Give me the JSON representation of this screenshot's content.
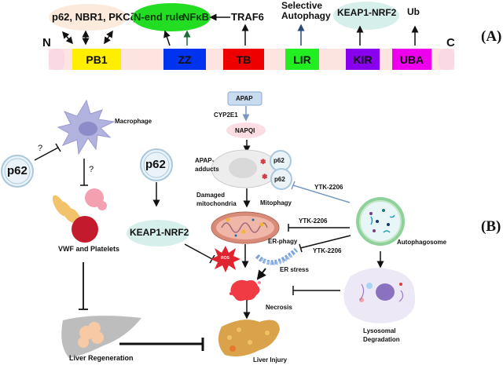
{
  "panel_a": {
    "label": "(A)",
    "terminal_n": "N",
    "terminal_c": "C",
    "domains": [
      {
        "name": "PB1",
        "color": "#ffee00",
        "text_color": "#111111"
      },
      {
        "name": "ZZ",
        "color": "#0033ee",
        "text_color": "#111111"
      },
      {
        "name": "TB",
        "color": "#ee0000",
        "text_color": "#111111"
      },
      {
        "name": "LIR",
        "color": "#22ee22",
        "text_color": "#111111"
      },
      {
        "name": "KIR",
        "color": "#8800ee",
        "text_color": "#111111"
      },
      {
        "name": "UBA",
        "color": "#ee00ee",
        "text_color": "#111111"
      }
    ],
    "partners": {
      "pb1": "p62, NBR1, PKCζ",
      "zz_n_end": "N-end rule",
      "zz_nfkb": "NFκB",
      "traf6": "TRAF6",
      "lir": [
        "Selective",
        "Autophagy"
      ],
      "kir": "KEAP1-NRF2",
      "uba": "Ub"
    },
    "colors": {
      "backbone": "#fde4e1",
      "terminal_cap": "#fbd9e4",
      "pb1_ellipse": "#fcebdc",
      "zz_ellipse": "#22dd22",
      "kir_ellipse": "#d7efeb"
    }
  },
  "panel_b": {
    "label": "(B)",
    "nodes": {
      "p62_left": "p62",
      "macrophage": "Macrophage",
      "question_1": "?",
      "question_2": "?",
      "vwf": "VWF and  Platelets",
      "liver_regeneration": "Liver Regeneration",
      "p62_mid": "p62",
      "keap1_nrf2": "KEAP1-NRF2",
      "apap": "APAP",
      "cyp2e1": "CYP2E1",
      "napqi": "NAPQI",
      "apap_adducts": [
        "APAP-",
        "adducts"
      ],
      "p62_a": "p62",
      "p62_b": "p62",
      "damaged_mito": [
        "Damaged",
        "mitochondria"
      ],
      "mitophagy": "Mitophagy",
      "ros": "ROS",
      "er_phagy": "ER-phagy",
      "er_stress": "ER stress",
      "ytk_1": "YTK-2206",
      "ytk_2": "YTK-2206",
      "ytk_3": "YTK-2206",
      "autophagosome": "Autophagosome",
      "lysosomal": [
        "Lysosomal",
        "Degradation"
      ],
      "necrosis": "Necrosis",
      "liver_injury": "Liver Injury"
    }
  }
}
